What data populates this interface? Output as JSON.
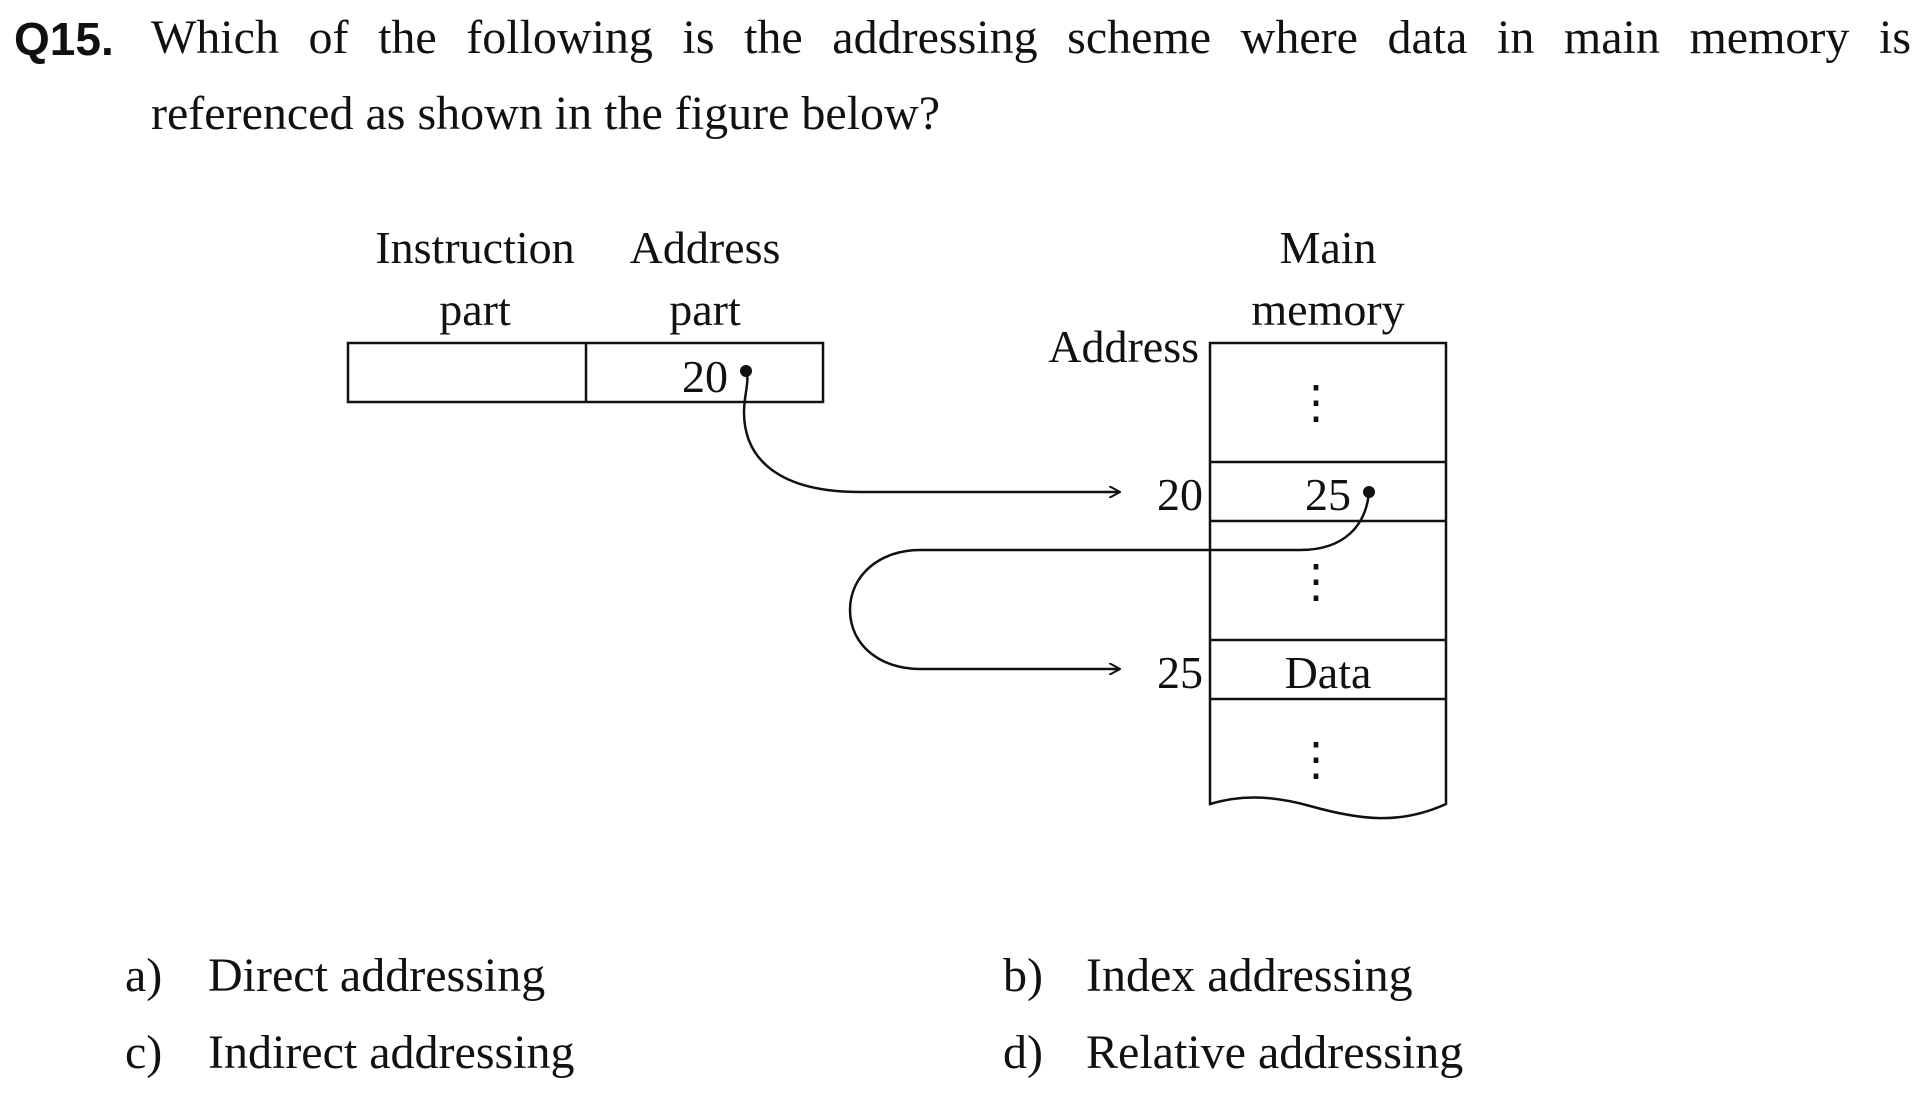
{
  "question": {
    "number": "Q15.",
    "line1": "Which of the following is the addressing scheme where data in main memory is",
    "line2": "referenced as shown in the figure below?"
  },
  "figure": {
    "instruction_part_label": [
      "Instruction",
      "part"
    ],
    "address_part_label": [
      "Address",
      "part"
    ],
    "address_part_value": "20",
    "address_column_label": "Address",
    "main_memory_label": [
      "Main",
      "memory"
    ],
    "memory_cells": [
      {
        "address": "",
        "content": "⋮"
      },
      {
        "address": "20",
        "content": "25"
      },
      {
        "address": "",
        "content": "⋮"
      },
      {
        "address": "25",
        "content": "Data"
      },
      {
        "address": "",
        "content": "⋮"
      }
    ]
  },
  "options": [
    {
      "letter": "a)",
      "text": "Direct addressing"
    },
    {
      "letter": "b)",
      "text": "Index addressing"
    },
    {
      "letter": "c)",
      "text": "Indirect addressing"
    },
    {
      "letter": "d)",
      "text": "Relative addressing"
    }
  ]
}
